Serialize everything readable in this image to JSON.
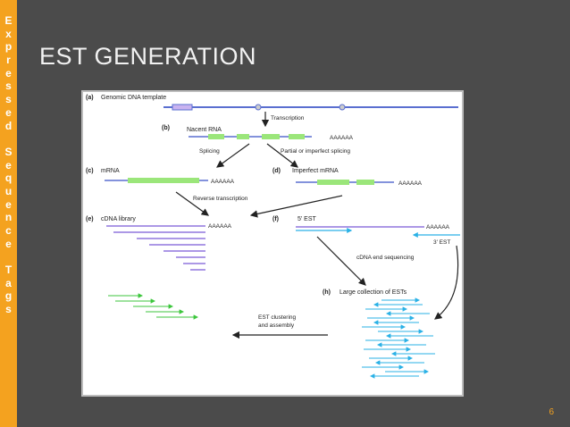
{
  "slide": {
    "side_title": "Expressed Sequence Tags",
    "title": "EST GENERATION",
    "page_number": "6"
  },
  "figure": {
    "a_label": "(a)",
    "a_text": "Genomic DNA template",
    "b_label": "(b)",
    "b_text": "Nacent RNA",
    "b_tail": "AAAAAA",
    "transcription": "Transcription",
    "splicing": "Splicing",
    "partial": "Partial or imperfect splicing",
    "c_label": "(c)",
    "c_text": "mRNA",
    "c_tail": "AAAAAA",
    "d_label": "(d)",
    "d_text": "Imperfect mRNA",
    "d_tail": "AAAAAA",
    "reverse": "Reverse transcription",
    "e_label": "(e)",
    "e_text": "cDNA library",
    "e_tail": "AAAAAA",
    "f_label": "(f)",
    "f_text": "5' EST",
    "f_tail": "AAAAAA",
    "f_3est": "3' EST",
    "cdna_seq": "cDNA end sequencing",
    "h_label": "(h)",
    "h_text": "Large collection of ESTs",
    "clustering_1": "EST clustering",
    "clustering_2": "and assembly"
  },
  "colors": {
    "accent": "#f4a21f",
    "background": "#4b4b4b",
    "dna": "#5a6fd0",
    "exon": "#9be67a",
    "est_arrows": "#2ab1e6",
    "cdna": "#7a5ad8"
  }
}
